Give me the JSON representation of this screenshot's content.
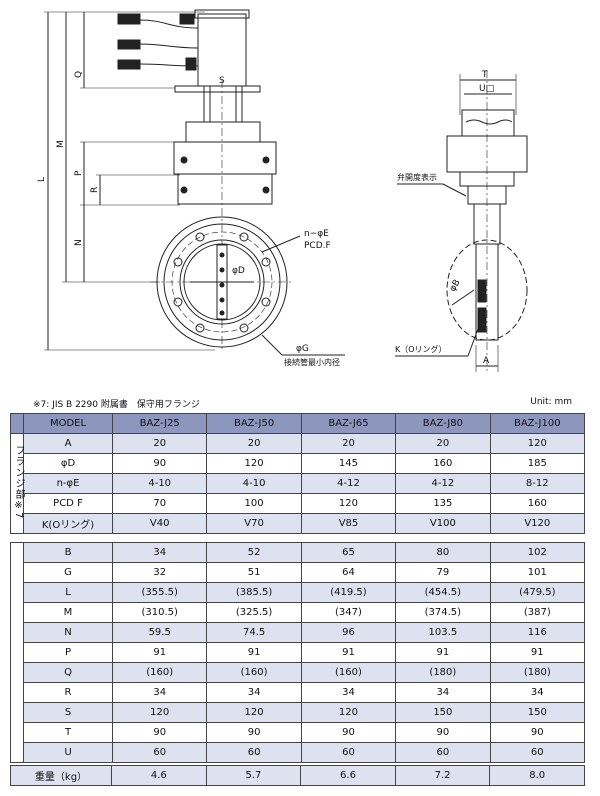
{
  "drawing": {
    "left_labels": [
      "L",
      "M",
      "Q",
      "P",
      "R",
      "N"
    ],
    "S": "S",
    "T": "T",
    "U": "U□",
    "nE": "n−φE",
    "PCD": "PCD.F",
    "phiD": "φD",
    "phiG": "φG",
    "G_note": "接続管最小内径",
    "phiB": "φB",
    "valve_indicator": "弁開度表示",
    "K": "K（Oリング）",
    "A": "A"
  },
  "note": "※7: JIS B 2290 附属書　保守用フランジ",
  "unit": "Unit: mm",
  "models": [
    "MODEL",
    "BAZ-J25",
    "BAZ-J50",
    "BAZ-J65",
    "BAZ-J80",
    "BAZ-J100"
  ],
  "flange_label": "フランジ部※7",
  "flange_rows": [
    {
      "label": "A",
      "values": [
        "20",
        "20",
        "20",
        "20",
        "120"
      ]
    },
    {
      "label": "φD",
      "values": [
        "90",
        "120",
        "145",
        "160",
        "185"
      ]
    },
    {
      "label": "n-φE",
      "values": [
        "4-10",
        "4-10",
        "4-12",
        "4-12",
        "8-12"
      ]
    },
    {
      "label": "PCD F",
      "values": [
        "70",
        "100",
        "120",
        "135",
        "160"
      ]
    },
    {
      "label": "K(Oリング)",
      "values": [
        "V40",
        "V70",
        "V85",
        "V100",
        "V120"
      ]
    }
  ],
  "dim_rows": [
    {
      "label": "B",
      "values": [
        "34",
        "52",
        "65",
        "80",
        "102"
      ]
    },
    {
      "label": "G",
      "values": [
        "32",
        "51",
        "64",
        "79",
        "101"
      ]
    },
    {
      "label": "L",
      "values": [
        "(355.5)",
        "(385.5)",
        "(419.5)",
        "(454.5)",
        "(479.5)"
      ]
    },
    {
      "label": "M",
      "values": [
        "(310.5)",
        "(325.5)",
        "(347)",
        "(374.5)",
        "(387)"
      ]
    },
    {
      "label": "N",
      "values": [
        "59.5",
        "74.5",
        "96",
        "103.5",
        "116"
      ]
    },
    {
      "label": "P",
      "values": [
        "91",
        "91",
        "91",
        "91",
        "91"
      ]
    },
    {
      "label": "Q",
      "values": [
        "(160)",
        "(160)",
        "(160)",
        "(180)",
        "(180)"
      ]
    },
    {
      "label": "R",
      "values": [
        "34",
        "34",
        "34",
        "34",
        "34"
      ]
    },
    {
      "label": "S",
      "values": [
        "120",
        "120",
        "120",
        "150",
        "150"
      ]
    },
    {
      "label": "T",
      "values": [
        "90",
        "90",
        "90",
        "90",
        "90"
      ]
    },
    {
      "label": "U",
      "values": [
        "60",
        "60",
        "60",
        "60",
        "60"
      ]
    }
  ],
  "weight_row": {
    "label": "重量（kg）",
    "values": [
      "4.6",
      "5.7",
      "6.6",
      "7.2",
      "8.0"
    ]
  }
}
